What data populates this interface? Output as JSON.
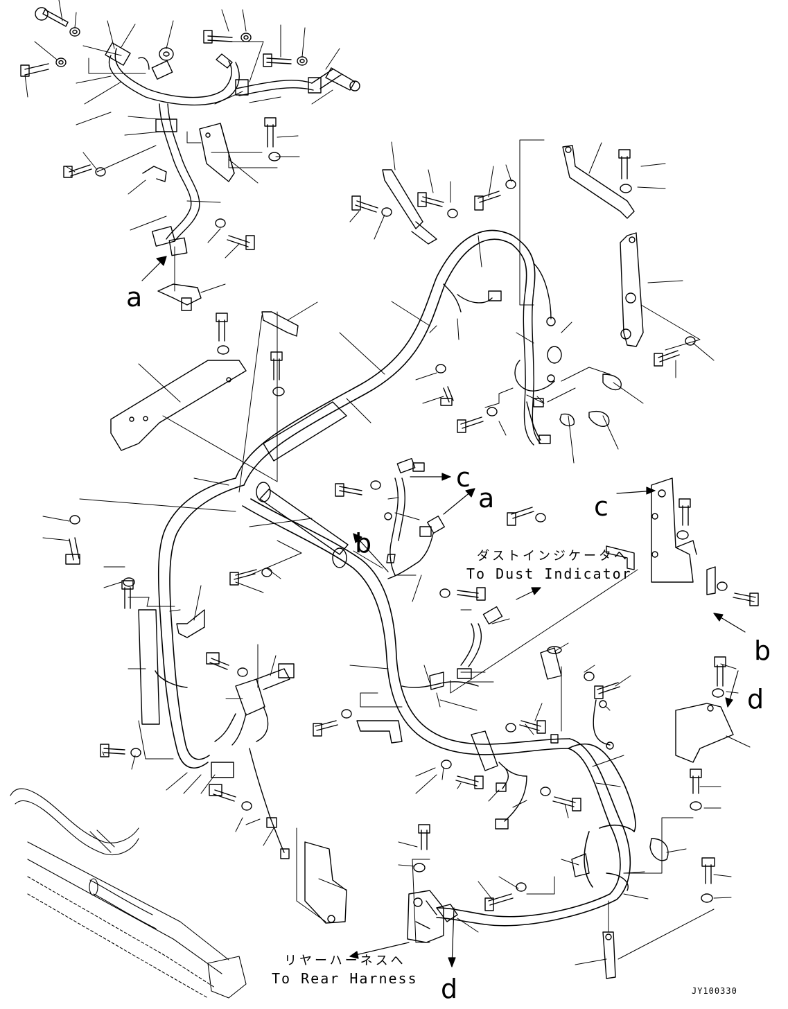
{
  "figure_id": "JY100330",
  "references": {
    "a_lower": "a",
    "a_upper": "a",
    "b_left": "b",
    "b_right": "b",
    "c_left": "c",
    "c_right": "c",
    "d_upper": "d",
    "d_lower": "d"
  },
  "callouts": {
    "dust_indicator_jp": "ダストインジケータへ",
    "dust_indicator_en": "To Dust Indicator",
    "rear_harness_jp": "リヤーハーネスへ",
    "rear_harness_en": "To Rear Harness"
  },
  "colors": {
    "line": "#000000",
    "background": "#ffffff"
  }
}
